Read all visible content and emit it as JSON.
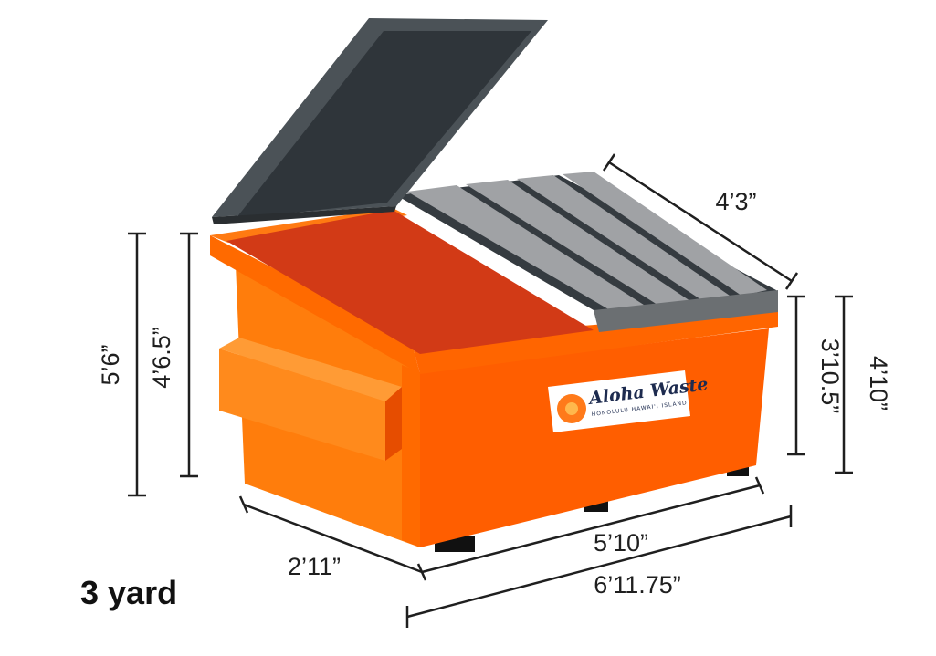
{
  "caption": "3 yard",
  "logo": {
    "name": "Aloha Waste",
    "tagline": "HONOLULU  HAWAI'I ISLAND"
  },
  "dimensions": {
    "overall_height": "5’6”",
    "front_height": "4’6.5”",
    "back_height": "3’10.5”",
    "back_height_total": "4’10”",
    "lid_depth": "4’3”",
    "side_depth": "2’11”",
    "body_width": "5’10”",
    "overall_width": "6’11.75”"
  },
  "colors": {
    "container_front": "#ff5d00",
    "container_side": "#ff7b0a",
    "rim": "#ff6a00",
    "inner_open": "#d23a16",
    "lid_dark": "#353b40",
    "lid_grey": "#9ea0a3",
    "skid": "#111111",
    "dim_line": "#1f1f1f"
  }
}
